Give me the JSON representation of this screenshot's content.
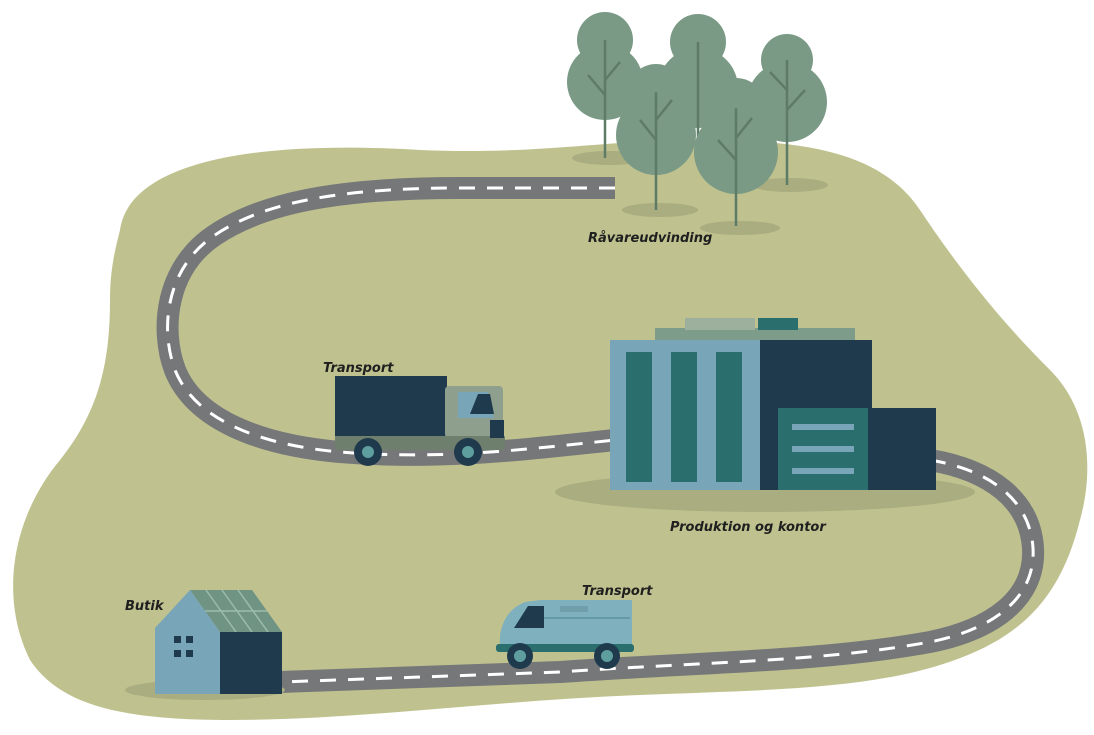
{
  "labels": {
    "raw_material": "Råvareudvinding",
    "transport_truck": "Transport",
    "production": "Produktion og kontor",
    "transport_van": "Transport",
    "shop": "Butik"
  },
  "colors": {
    "land": "#bfc28f",
    "road": "#767779",
    "road_marking": "#ffffff",
    "tree_canopy": "#7a9a86",
    "tree_trunk": "#5e7b68",
    "shadow": "#a9ad7f",
    "dark_navy": "#1e3a4c",
    "teal": "#2b6e6e",
    "light_blue": "#79a5b8",
    "truck_cab": "#8f9f8d",
    "van_body": "#7fb0bd"
  },
  "icons": {
    "forest": "trees-icon",
    "truck": "truck-icon",
    "factory": "factory-icon",
    "van": "van-icon",
    "shop": "house-icon"
  }
}
